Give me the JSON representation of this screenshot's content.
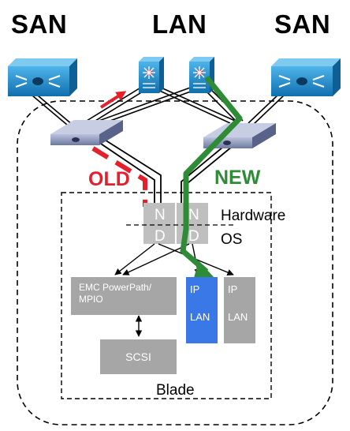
{
  "labels": {
    "san_left": "SAN",
    "lan": "LAN",
    "san_right": "SAN",
    "old": "OLD",
    "new": "NEW",
    "hardware": "Hardware",
    "os": "OS",
    "blade": "Blade"
  },
  "nic": {
    "left_top": "N",
    "left_bottom": "D",
    "right_top": "N",
    "right_bottom": "D"
  },
  "boxes": {
    "powerpath_line1": "EMC PowerPath/",
    "powerpath_line2": "MPIO",
    "scsi": "SCSI",
    "ip_lan_1_top": "IP",
    "ip_lan_1_bottom": "LAN",
    "ip_lan_2_top": "IP",
    "ip_lan_2_bottom": "LAN"
  },
  "colors": {
    "old_path": "#e3202b",
    "new_path": "#2e8b36",
    "device_blue": "#1e88c8",
    "switch_gray": "#8e98b8",
    "box_gray": "#a6a6a6",
    "active_ip_blue": "#3b78e7",
    "nic_gray": "#bfbfbf"
  }
}
